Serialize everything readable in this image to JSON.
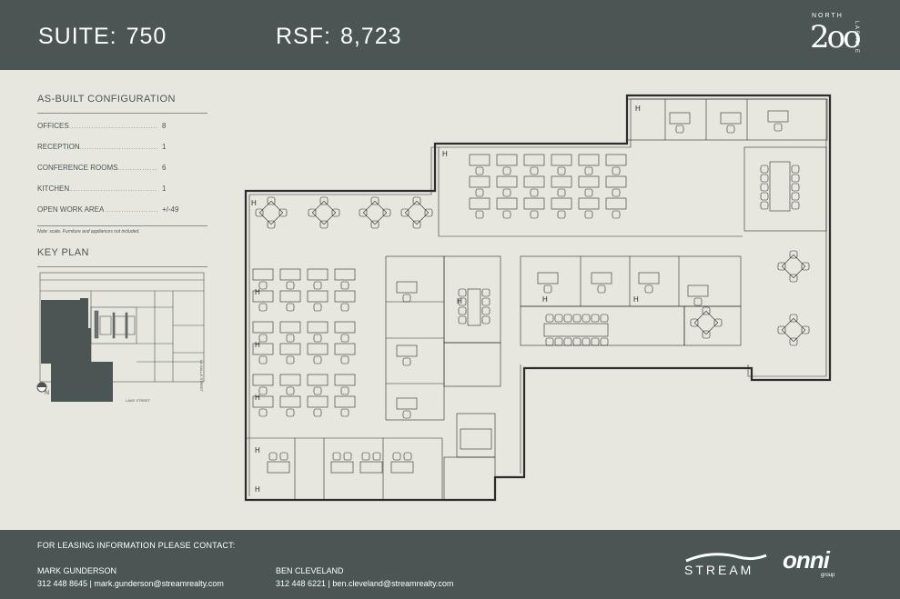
{
  "header": {
    "suite_label": "SUITE:",
    "suite_value": "750",
    "rsf_label": "RSF:",
    "rsf_value": "8,723",
    "logo": {
      "top": "NORTH",
      "digits": "2oo",
      "side": "LASALLE"
    }
  },
  "config": {
    "title": "AS-BUILT CONFIGURATION",
    "rows": [
      {
        "label": "OFFICES",
        "value": "8"
      },
      {
        "label": "RECEPTION",
        "value": "1"
      },
      {
        "label": "CONFERENCE ROOMS",
        "value": "6"
      },
      {
        "label": "KITCHEN",
        "value": "1"
      },
      {
        "label": "OPEN WORK AREA",
        "value": "+/-49"
      }
    ],
    "note": "Note: scale. Furniture and appliances not included."
  },
  "key_plan": {
    "title": "KEY PLAN",
    "street_right": "LA SALLE STREET",
    "street_bottom": "LAKE STREET",
    "north": "N"
  },
  "floorplan": {
    "desk_label": "H"
  },
  "footer": {
    "contact_heading": "FOR LEASING INFORMATION PLEASE CONTACT:",
    "agents": [
      {
        "name": "MARK GUNDERSON",
        "info": "312 448 8645 | mark.gunderson@streamrealty.com"
      },
      {
        "name": "BEN CLEVELAND",
        "info": "312 448 6221 | ben.cleveland@streamrealty.com"
      }
    ],
    "stream": "STREAM",
    "onni": "onni",
    "onni_sub": "group"
  },
  "colors": {
    "band": "#4b5553",
    "background": "#e8e7df",
    "line": "#2c2c2c"
  }
}
